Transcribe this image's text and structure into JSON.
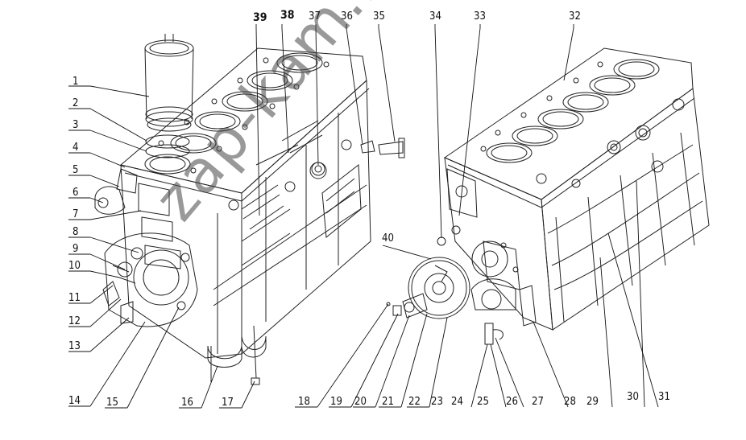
{
  "watermark": "zap-kam.ru",
  "callouts": [
    {
      "id": "1",
      "text": "1"
    },
    {
      "id": "2",
      "text": "2"
    },
    {
      "id": "3",
      "text": "3"
    },
    {
      "id": "4",
      "text": "4"
    },
    {
      "id": "5",
      "text": "5"
    },
    {
      "id": "6",
      "text": "6"
    },
    {
      "id": "7",
      "text": "7"
    },
    {
      "id": "8",
      "text": "8"
    },
    {
      "id": "9",
      "text": "9"
    },
    {
      "id": "10",
      "text": "10"
    },
    {
      "id": "11",
      "text": "11"
    },
    {
      "id": "12",
      "text": "12"
    },
    {
      "id": "13",
      "text": "13"
    },
    {
      "id": "14",
      "text": "14"
    },
    {
      "id": "15",
      "text": "15"
    },
    {
      "id": "16",
      "text": "16"
    },
    {
      "id": "17",
      "text": "17"
    },
    {
      "id": "18",
      "text": "18"
    },
    {
      "id": "19",
      "text": "19"
    },
    {
      "id": "20",
      "text": "20"
    },
    {
      "id": "21",
      "text": "21"
    },
    {
      "id": "22",
      "text": "22"
    },
    {
      "id": "23",
      "text": "23"
    },
    {
      "id": "24",
      "text": "24"
    },
    {
      "id": "25",
      "text": "25"
    },
    {
      "id": "26",
      "text": "26"
    },
    {
      "id": "27",
      "text": "27"
    },
    {
      "id": "28",
      "text": "28"
    },
    {
      "id": "29",
      "text": "29"
    },
    {
      "id": "30",
      "text": "30"
    },
    {
      "id": "31",
      "text": "31"
    },
    {
      "id": "32",
      "text": "32"
    },
    {
      "id": "33",
      "text": "33"
    },
    {
      "id": "34",
      "text": "34"
    },
    {
      "id": "35",
      "text": "35"
    },
    {
      "id": "36",
      "text": "36"
    },
    {
      "id": "37",
      "text": "37"
    },
    {
      "id": "38",
      "text": "38"
    },
    {
      "id": "39",
      "text": "39"
    },
    {
      "id": "40",
      "text": "40"
    }
  ]
}
